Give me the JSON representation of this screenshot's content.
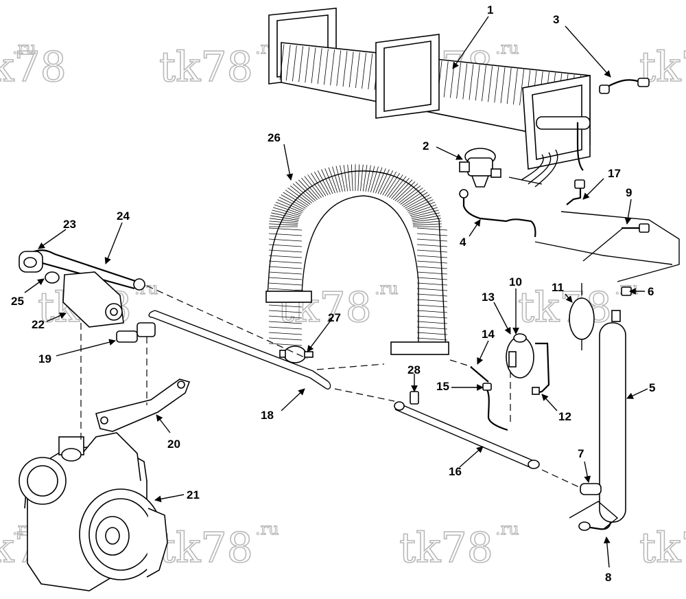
{
  "watermark": {
    "text": "tk78",
    "suffix": ".ru"
  },
  "callouts": {
    "c1": "1",
    "c2": "2",
    "c3": "3",
    "c4": "4",
    "c5": "5",
    "c6": "6",
    "c7": "7",
    "c8": "8",
    "c9": "9",
    "c10": "10",
    "c11": "11",
    "c12": "12",
    "c13": "13",
    "c14": "14",
    "c15": "15",
    "c16": "16",
    "c17": "17",
    "c18": "18",
    "c19": "19",
    "c20": "20",
    "c21": "21",
    "c22": "22",
    "c23": "23",
    "c24": "24",
    "c25": "25",
    "c26": "26",
    "c27": "27",
    "c28": "28"
  }
}
